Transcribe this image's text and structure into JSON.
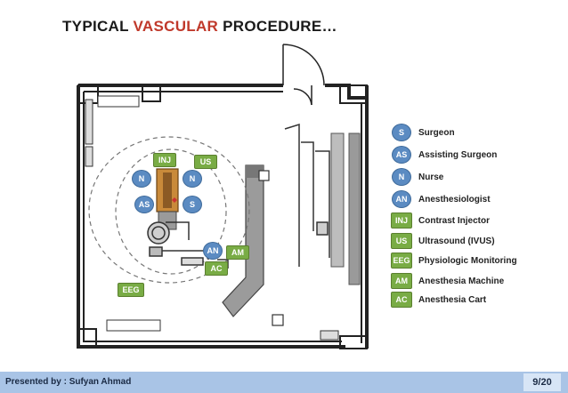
{
  "title": {
    "prefix": "TYPICAL ",
    "highlight": "VASCULAR",
    "suffix": " PROCEDURE…"
  },
  "colors": {
    "role_circle": "#5b8bc2",
    "equipment_square": "#79ac45",
    "title_highlight": "#c0392b",
    "footer_bar": "#a9c4e6"
  },
  "legend": [
    {
      "abbr": "S",
      "label": "Surgeon",
      "shape": "circle"
    },
    {
      "abbr": "AS",
      "label": "Assisting Surgeon",
      "shape": "circle"
    },
    {
      "abbr": "N",
      "label": "Nurse",
      "shape": "circle"
    },
    {
      "abbr": "AN",
      "label": "Anesthesiologist",
      "shape": "circle"
    },
    {
      "abbr": "INJ",
      "label": "Contrast Injector",
      "shape": "square"
    },
    {
      "abbr": "US",
      "label": "Ultrasound (IVUS)",
      "shape": "square"
    },
    {
      "abbr": "EEG",
      "label": "Physiologic Monitoring",
      "shape": "square"
    },
    {
      "abbr": "AM",
      "label": "Anesthesia Machine",
      "shape": "square"
    },
    {
      "abbr": "AC",
      "label": "Anesthesia Cart",
      "shape": "square"
    }
  ],
  "plan_tags": {
    "inj": "INJ",
    "us": "US",
    "n_left": "N",
    "n_right": "N",
    "as": "AS",
    "s": "S",
    "an": "AN",
    "am": "AM",
    "ac": "AC",
    "eeg": "EEG"
  },
  "footer": {
    "presenter": "Presented by : Sufyan Ahmad",
    "page": "9/20"
  }
}
